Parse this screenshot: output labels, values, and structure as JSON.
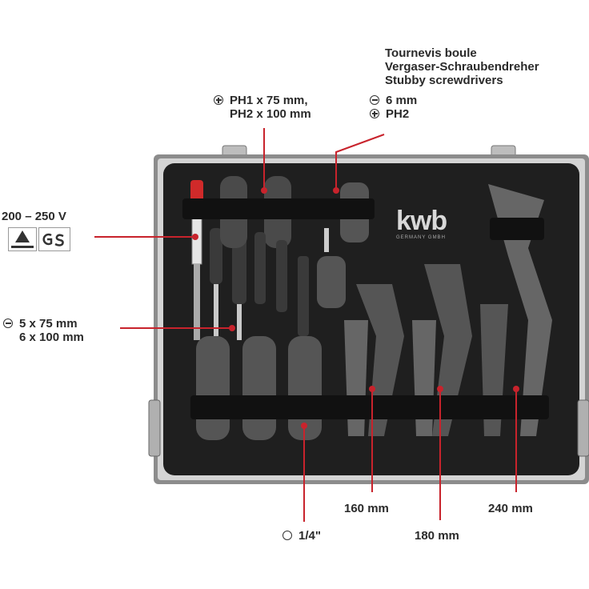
{
  "labels": {
    "stubby_fr": "Tournevis boule",
    "stubby_de": "Vergaser-Schraubendreher",
    "stubby_en": "Stubby screwdrivers",
    "stubby_slot": "6 mm",
    "stubby_ph": "PH2",
    "phillips_1": "PH1 x 75 mm,",
    "phillips_2": "PH2 x 100 mm",
    "voltage": "200 – 250 V",
    "slotted_1": "5 x 75 mm",
    "slotted_2": "6 x 100 mm",
    "plier_160": "160 mm",
    "plier_180": "180 mm",
    "plier_240": "240 mm",
    "bit_holder": "1/4\""
  },
  "brand": {
    "logo": "kwb",
    "sub": "GERMANY GMBH"
  },
  "colors": {
    "accent": "#c8232c",
    "case_frame": "#9a9a9a",
    "foam": "#1f1f1f"
  }
}
